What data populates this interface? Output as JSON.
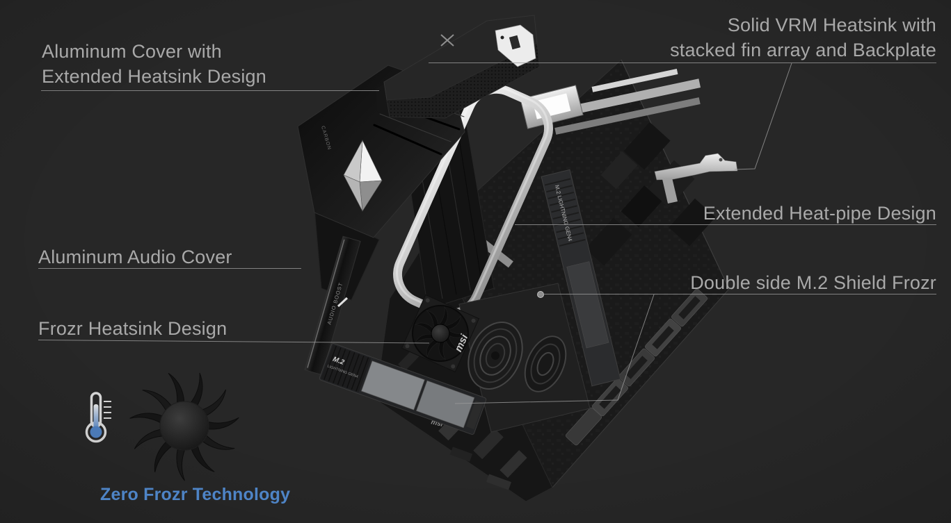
{
  "background": {
    "color": "#272727"
  },
  "colors": {
    "label_text": "#a9a9a9",
    "leader_line": "#9b9b9b",
    "accent_blue": "#4e84c6",
    "pipe_silver": "#e8e8e8"
  },
  "callouts": {
    "aluminum_cover": {
      "line1": "Aluminum Cover with",
      "line2": "Extended Heatsink Design"
    },
    "vrm_heatsink": {
      "line1": "Solid VRM Heatsink with",
      "line2": "stacked fin array and Backplate"
    },
    "heat_pipe": {
      "label": "Extended Heat-pipe Design"
    },
    "m2_shield": {
      "label": "Double side M.2 Shield Frozr"
    },
    "audio_cover": {
      "label": "Aluminum Audio Cover"
    },
    "frozr_heatsink": {
      "label": "Frozr Heatsink Design"
    }
  },
  "footer": {
    "caption": "Zero Frozr Technology"
  },
  "board_markings": {
    "msi_fan_logo": "msi",
    "msi_board_logo": "msi",
    "m2_center_bar": "M.2 LIGHTNING GEN4",
    "m2_bottom_shield": "M.2",
    "m2_bottom_shield_sub": "LIGHTNING GEN4",
    "audio_cover": "AUDIO BOOST",
    "io_cover": "CARBON",
    "x_mark": "✕"
  },
  "icons": {
    "thermometer": "thermometer-icon",
    "fan": "fan-icon"
  }
}
